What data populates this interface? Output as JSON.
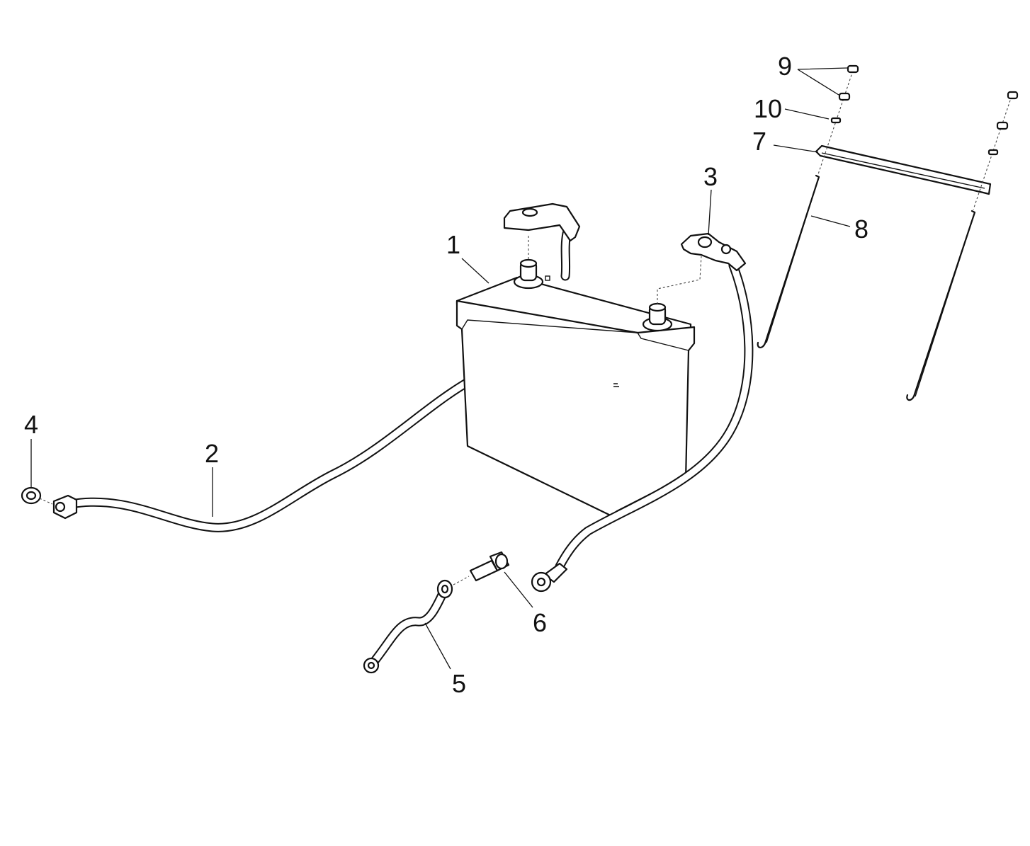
{
  "diagram": {
    "callouts": [
      {
        "id": "c1",
        "label": "1"
      },
      {
        "id": "c2",
        "label": "2"
      },
      {
        "id": "c3",
        "label": "3"
      },
      {
        "id": "c4",
        "label": "4"
      },
      {
        "id": "c5",
        "label": "5"
      },
      {
        "id": "c6",
        "label": "6"
      },
      {
        "id": "c7",
        "label": "7"
      },
      {
        "id": "c8",
        "label": "8"
      },
      {
        "id": "c9",
        "label": "9"
      },
      {
        "id": "c10",
        "label": "10"
      }
    ],
    "line_color": "#111111",
    "background": "#ffffff"
  }
}
